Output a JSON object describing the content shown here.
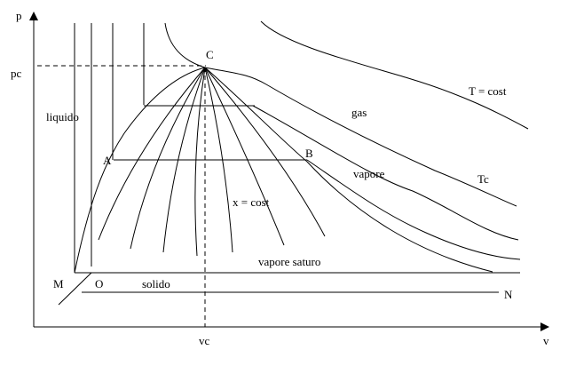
{
  "axes": {
    "y_label": "p",
    "x_label": "v",
    "pc_label": "pc",
    "vc_label": "vc"
  },
  "points": {
    "critical": "C",
    "a": "A",
    "b": "B",
    "m": "M",
    "o": "O",
    "n": "N"
  },
  "regions": {
    "liquid": "liquido",
    "gas": "gas",
    "vapor": "vapore",
    "saturated_vapor": "vapore saturo",
    "solid": "solido"
  },
  "curves": {
    "isotherm": "T = cost",
    "critical_isotherm": "Tc",
    "quality_lines": "x = cost"
  }
}
